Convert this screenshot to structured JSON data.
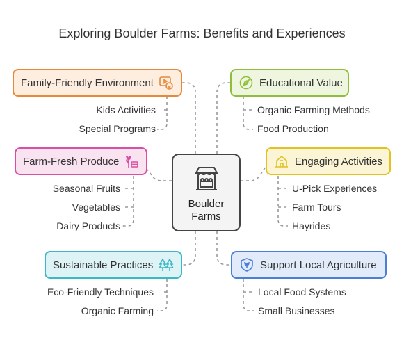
{
  "title": "Exploring Boulder Farms: Benefits and Experiences",
  "center": {
    "line1": "Boulder",
    "line2": "Farms",
    "icon": "farm-stand-icon"
  },
  "branches": {
    "family": {
      "label": "Family-Friendly Environment",
      "icon": "play-smile-icon",
      "color": "#e8893a",
      "items": [
        "Kids Activities",
        "Special Programs"
      ]
    },
    "education": {
      "label": "Educational Value",
      "icon": "no-leaf-icon",
      "color": "#8fbf3a",
      "items": [
        "Organic Farming Methods",
        "Food Production"
      ]
    },
    "produce": {
      "label": "Farm-Fresh Produce",
      "icon": "wheat-basket-icon",
      "color": "#d94fa3",
      "items": [
        "Seasonal Fruits",
        "Vegetables",
        "Dairy Products"
      ]
    },
    "activities": {
      "label": "Engaging Activities",
      "icon": "barn-icon",
      "color": "#e2c21f",
      "items": [
        "U-Pick Experiences",
        "Farm Tours",
        "Hayrides"
      ]
    },
    "sustainable": {
      "label": "Sustainable Practices",
      "icon": "trees-icon",
      "color": "#3bb8c4",
      "items": [
        "Eco-Friendly Techniques",
        "Organic Farming"
      ]
    },
    "local": {
      "label": "Support Local Agriculture",
      "icon": "shield-leaf-icon",
      "color": "#4a7fd6",
      "items": [
        "Local Food Systems",
        "Small Businesses"
      ]
    }
  }
}
